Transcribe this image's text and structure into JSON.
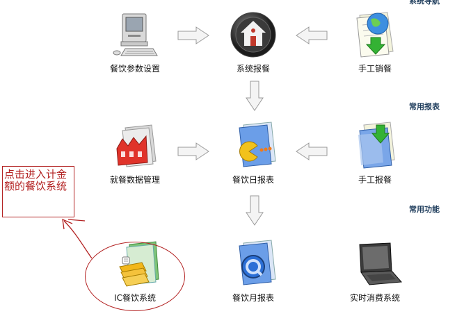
{
  "sections": {
    "nav": "系统导航",
    "reports": "常用报表",
    "functions": "常用功能"
  },
  "nodes": {
    "settings": "餐饮参数设置",
    "system_report": "系统报餐",
    "manual_cancel": "手工销餐",
    "meal_data": "就餐数据管理",
    "daily_report": "餐饮日报表",
    "manual_report": "手工报餐",
    "ic_system": "IC餐饮系统",
    "monthly_report": "餐饮月报表",
    "realtime_system": "实时消费系统"
  },
  "note": {
    "line1": "点击进入计金",
    "line2": "额的餐饮系统"
  },
  "colors": {
    "annotation": "#b32222",
    "section_title": "#1f3d5c"
  }
}
